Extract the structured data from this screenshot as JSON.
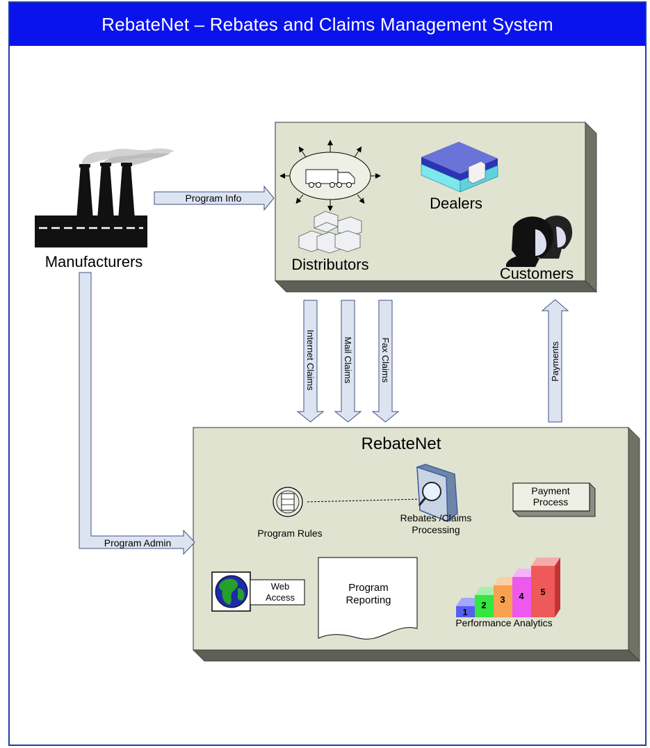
{
  "title": "RebateNet – Rebates and Claims Management System",
  "labels": {
    "manufacturers": "Manufacturers",
    "distributors": "Distributors",
    "dealers": "Dealers",
    "customers": "Customers",
    "rebatenet": "RebateNet",
    "program_rules": "Program Rules",
    "rebates_claims_1": "Rebates /Claims",
    "rebates_claims_2": "Processing",
    "payment_process_1": "Payment",
    "payment_process_2": "Process",
    "web_access_1": "Web",
    "web_access_2": "Access",
    "program_reporting_1": "Program",
    "program_reporting_2": "Reporting",
    "performance_analytics": "Performance Analytics"
  },
  "arrows": {
    "program_info": "Program Info",
    "program_admin": "Program Admin",
    "internet_claims": "Internet Claims",
    "mail_claims": "Mail Claims",
    "fax_claims": "Fax Claims",
    "payments": "Payments"
  },
  "analytics_steps": [
    "1",
    "2",
    "3",
    "4",
    "5"
  ],
  "colors": {
    "title_bg": "#0a13ec",
    "box_face": "#dfe3d0",
    "box_side": "#7d8273",
    "arrow_fill": "#dde4f1",
    "step1": "#5560f0",
    "step2": "#33e640",
    "step3": "#f7a04f",
    "step4": "#ee58ee",
    "step5": "#ee5a5a"
  }
}
